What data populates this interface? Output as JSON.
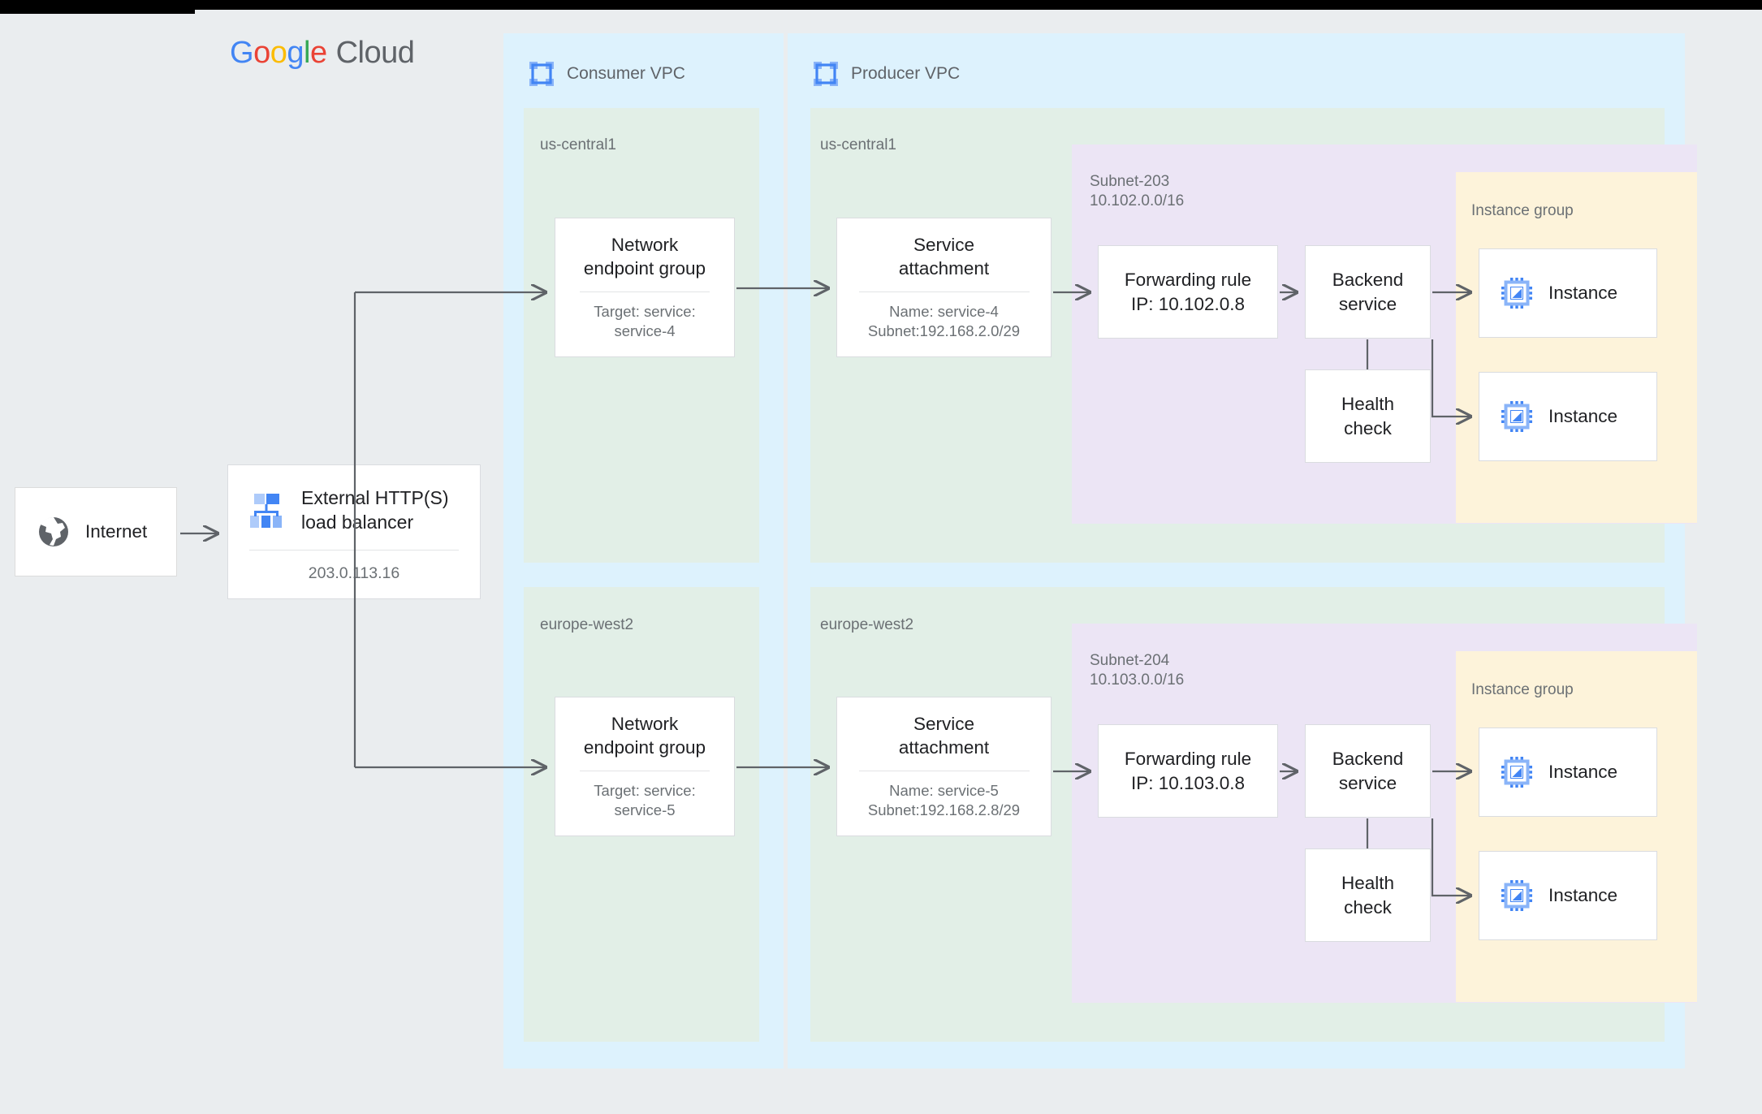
{
  "logo": {
    "g": "G",
    "o1": "o",
    "o2": "o",
    "g2": "g",
    "l": "l",
    "e": "e",
    "cloud": "Cloud"
  },
  "internet": {
    "label": "Internet",
    "icon": "globe-icon"
  },
  "load_balancer": {
    "title": "External HTTP(S)\nload balancer",
    "ip": "203.0.113.16",
    "icon": "load-balancer-icon"
  },
  "consumer_vpc": {
    "label": "Consumer VPC",
    "icon": "vpc-icon",
    "regions": [
      {
        "name": "us-central1",
        "neg": {
          "title": "Network\nendpoint group",
          "sub": "Target: service:\nservice-4"
        }
      },
      {
        "name": "europe-west2",
        "neg": {
          "title": "Network\nendpoint group",
          "sub": "Target: service:\nservice-5"
        }
      }
    ]
  },
  "producer_vpc": {
    "label": "Producer VPC",
    "icon": "vpc-icon",
    "regions": [
      {
        "name": "us-central1",
        "service_attachment": {
          "title": "Service\nattachment",
          "sub": "Name: service-4\nSubnet:192.168.2.0/29"
        },
        "subnet": {
          "label": "Subnet-203\n10.102.0.0/16"
        },
        "forwarding_rule": {
          "text": "Forwarding rule\nIP: 10.102.0.8"
        },
        "backend_service": {
          "text": "Backend\nservice"
        },
        "health_check": {
          "text": "Health\ncheck"
        },
        "instance_group": {
          "label": "Instance group",
          "instances": [
            {
              "label": "Instance",
              "icon": "instance-chip-icon"
            },
            {
              "label": "Instance",
              "icon": "instance-chip-icon"
            }
          ]
        }
      },
      {
        "name": "europe-west2",
        "service_attachment": {
          "title": "Service\nattachment",
          "sub": "Name: service-5\nSubnet:192.168.2.8/29"
        },
        "subnet": {
          "label": "Subnet-204\n10.103.0.0/16"
        },
        "forwarding_rule": {
          "text": "Forwarding rule\nIP: 10.103.0.8"
        },
        "backend_service": {
          "text": "Backend\nservice"
        },
        "health_check": {
          "text": "Health\ncheck"
        },
        "instance_group": {
          "label": "Instance group",
          "instances": [
            {
              "label": "Instance",
              "icon": "instance-chip-icon"
            },
            {
              "label": "Instance",
              "icon": "instance-chip-icon"
            }
          ]
        }
      }
    ]
  },
  "colors": {
    "page_bg": "#eaedef",
    "vpc_bg": "#ddf2fd",
    "region_bg": "#e2efe7",
    "subnet_bg": "#ece5f5",
    "instance_group_bg": "#fdf3da",
    "card_bg": "#ffffff",
    "arrow": "#5f6368",
    "google_blue": "#4285F4",
    "google_red": "#EA4335",
    "google_yellow": "#FBBC05",
    "google_green": "#34A853",
    "text_primary": "#202124",
    "text_secondary": "#6b7074"
  }
}
